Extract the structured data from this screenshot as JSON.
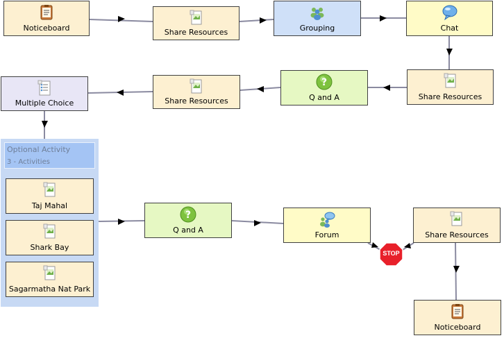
{
  "activities": {
    "noticeboard_1": {
      "label": "Noticeboard",
      "icon": "noticeboard-icon"
    },
    "share_resources_1": {
      "label": "Share Resources",
      "icon": "share-resources-icon"
    },
    "grouping": {
      "label": "Grouping",
      "icon": "grouping-icon"
    },
    "chat": {
      "label": "Chat",
      "icon": "chat-icon"
    },
    "share_resources_2": {
      "label": "Share Resources",
      "icon": "share-resources-icon"
    },
    "q_and_a_1": {
      "label": "Q and A",
      "icon": "question-icon"
    },
    "share_resources_3": {
      "label": "Share Resources",
      "icon": "share-resources-icon"
    },
    "multiple_choice": {
      "label": "Multiple Choice",
      "icon": "multiple-choice-icon"
    },
    "q_and_a_2": {
      "label": "Q and A",
      "icon": "question-icon"
    },
    "forum": {
      "label": "Forum",
      "icon": "forum-icon"
    },
    "share_resources_4": {
      "label": "Share Resources",
      "icon": "share-resources-icon"
    },
    "noticeboard_2": {
      "label": "Noticeboard",
      "icon": "noticeboard-icon"
    }
  },
  "optional_activity": {
    "title": "Optional Activity",
    "count_label": "3 - Activities",
    "children": [
      {
        "label": "Taj Mahal",
        "icon": "share-resources-icon"
      },
      {
        "label": "Shark Bay",
        "icon": "share-resources-icon"
      },
      {
        "label": "Sagarmatha Nat Park",
        "icon": "share-resources-icon"
      }
    ]
  },
  "stop_gate": {
    "label": "STOP",
    "icon": "stop-sign-icon"
  },
  "colors": {
    "tool_activity": "#fdf0d1",
    "grouping": "#cfe0f8",
    "collaboration": "#fffbc7",
    "question": "#e6f8c3",
    "assessment": "#e8e6f6",
    "optional_container": "#c7d9f4",
    "optional_header": "#a4c4f4",
    "connector": "#8a8aa0",
    "stop": "#e8202a"
  }
}
